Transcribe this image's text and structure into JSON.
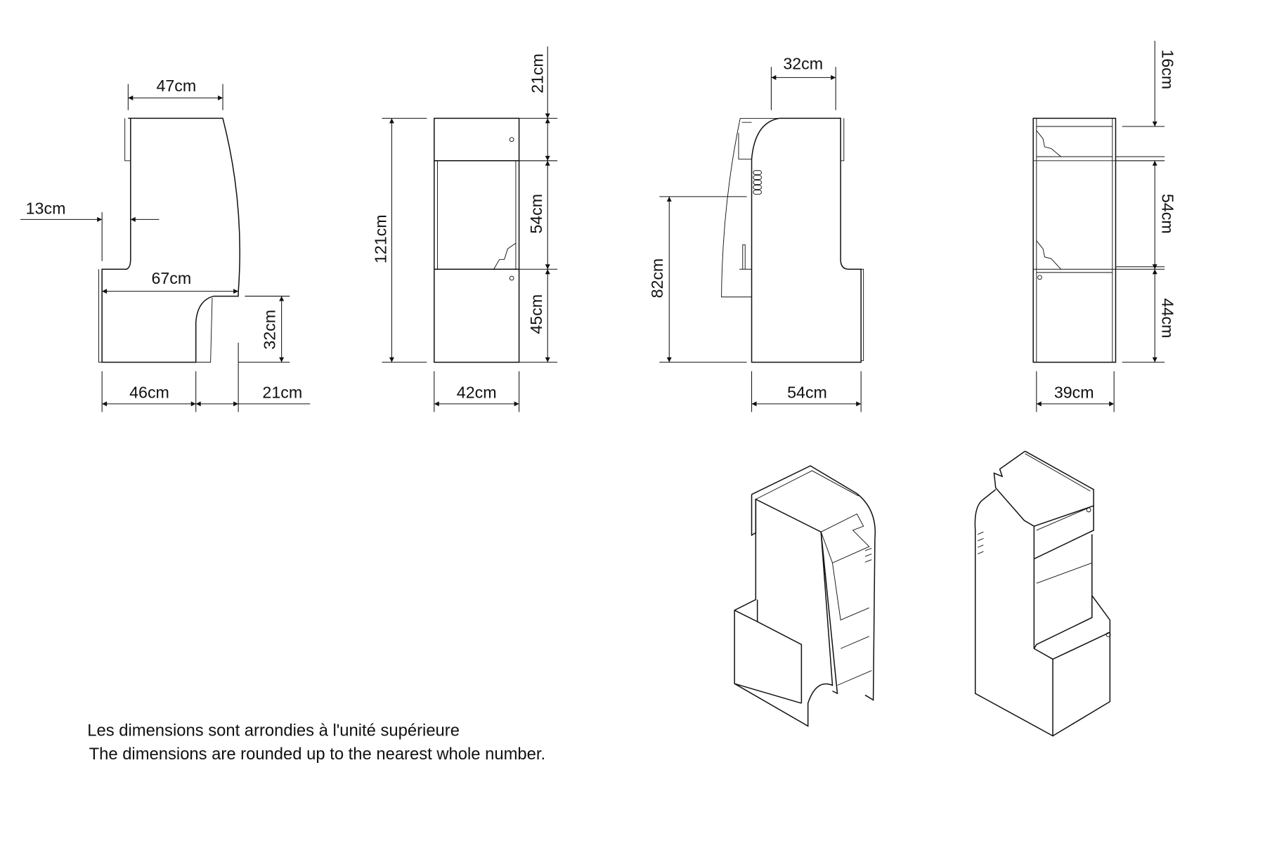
{
  "views": {
    "side_left": {
      "top_width": "47cm",
      "step_depth": "13cm",
      "total_depth": "67cm",
      "kick_height": "32cm",
      "base_depth": "46cm",
      "kick_depth": "21cm"
    },
    "front": {
      "total_height": "121cm",
      "top_section": "21cm",
      "middle_section": "54cm",
      "bottom_section": "45cm",
      "width": "42cm"
    },
    "side_right": {
      "top_width": "32cm",
      "control_height": "82cm",
      "base_depth": "54cm"
    },
    "back": {
      "top_section": "16cm",
      "middle_section": "54cm",
      "bottom_section": "44cm",
      "width": "39cm"
    }
  },
  "notes": {
    "french": "Les dimensions sont arrondies à l'unité supérieure",
    "english": "The dimensions are rounded up to the nearest whole number."
  }
}
